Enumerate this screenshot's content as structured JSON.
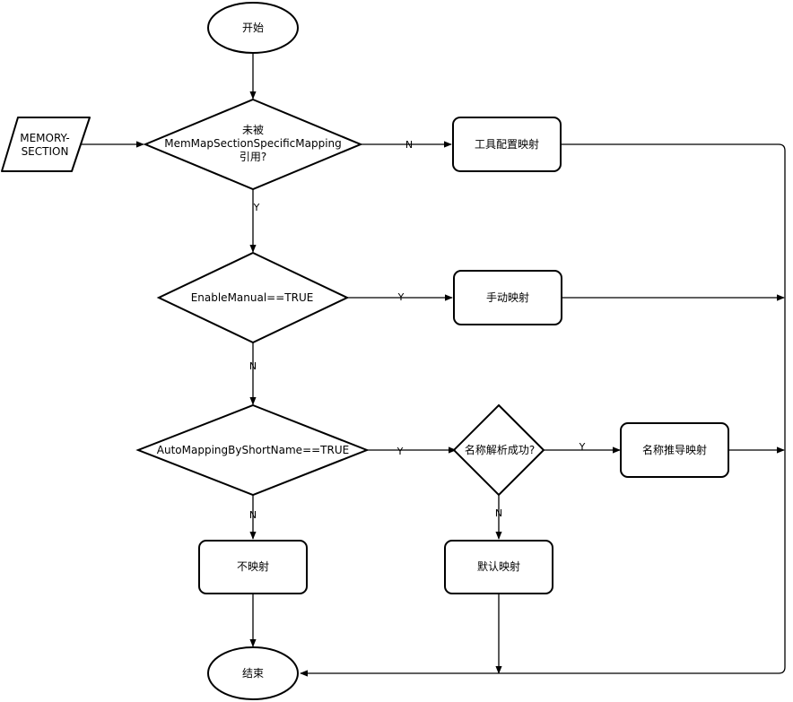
{
  "nodes": {
    "start": "开始",
    "memory_section_line1": "MEMORY-",
    "memory_section_line2": "SECTION",
    "not_referenced_line1": "未被",
    "not_referenced_line2": "MemMapSectionSpecificMapping",
    "not_referenced_line3": "引用?",
    "tool_config_mapping": "工具配置映射",
    "enable_manual": "EnableManual==TRUE",
    "manual_mapping": "手动映射",
    "auto_mapping_short_name": "AutoMappingByShortName==TRUE",
    "name_parse_success": "名称解析成功?",
    "name_derived_mapping": "名称推导映射",
    "no_mapping": "不映射",
    "default_mapping": "默认映射",
    "end": "结束"
  },
  "edge_labels": {
    "not_referenced_no": "N",
    "not_referenced_yes": "Y",
    "enable_manual_yes": "Y",
    "enable_manual_no": "N",
    "auto_mapping_yes": "Y",
    "auto_mapping_no": "N",
    "name_parse_yes": "Y",
    "name_parse_no": "N"
  }
}
